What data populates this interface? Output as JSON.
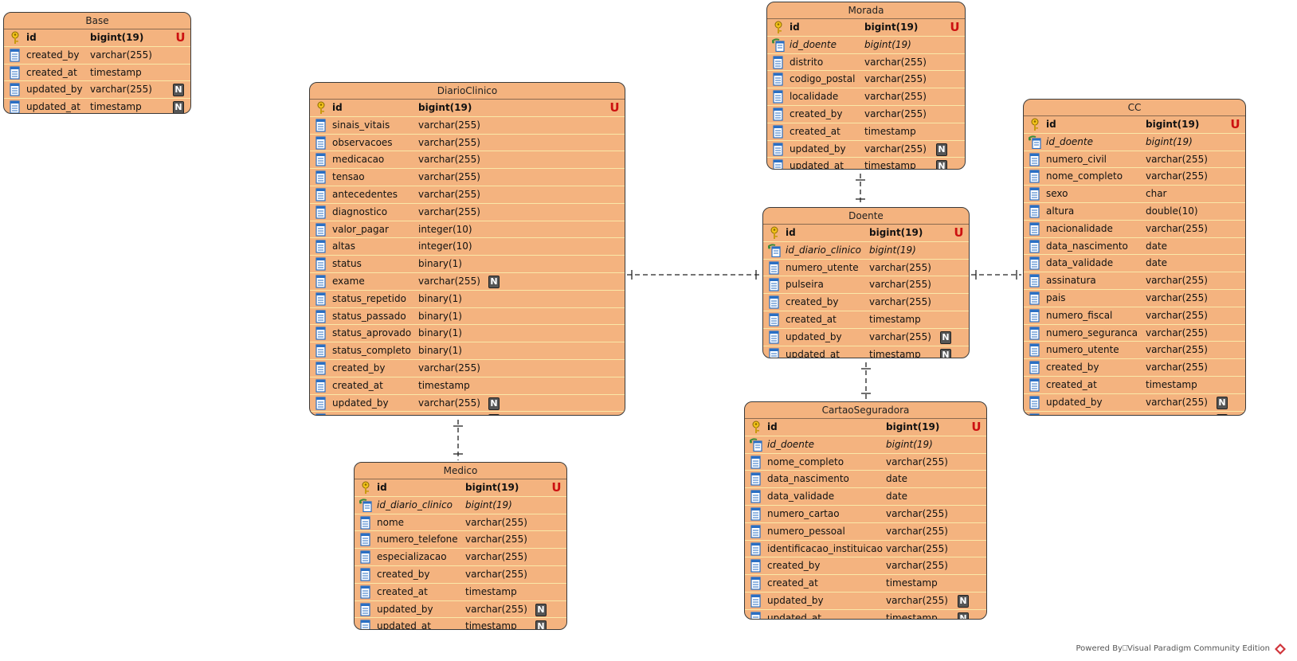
{
  "entities": [
    {
      "name": "Base",
      "columns": [
        {
          "name": "id",
          "type": "bigint(19)",
          "kind": "pk",
          "badge": "U"
        },
        {
          "name": "created_by",
          "type": "varchar(255)",
          "kind": "col",
          "badge": ""
        },
        {
          "name": "created_at",
          "type": "timestamp",
          "kind": "col",
          "badge": ""
        },
        {
          "name": "updated_by",
          "type": "varchar(255)",
          "kind": "col",
          "badge": "N"
        },
        {
          "name": "updated_at",
          "type": "timestamp",
          "kind": "col",
          "badge": "N"
        }
      ]
    },
    {
      "name": "DiarioClinico",
      "columns": [
        {
          "name": "id",
          "type": "bigint(19)",
          "kind": "pk",
          "badge": "U"
        },
        {
          "name": "sinais_vitais",
          "type": "varchar(255)",
          "kind": "col",
          "badge": ""
        },
        {
          "name": "observacoes",
          "type": "varchar(255)",
          "kind": "col",
          "badge": ""
        },
        {
          "name": "medicacao",
          "type": "varchar(255)",
          "kind": "col",
          "badge": ""
        },
        {
          "name": "tensao",
          "type": "varchar(255)",
          "kind": "col",
          "badge": ""
        },
        {
          "name": "antecedentes",
          "type": "varchar(255)",
          "kind": "col",
          "badge": ""
        },
        {
          "name": "diagnostico",
          "type": "varchar(255)",
          "kind": "col",
          "badge": ""
        },
        {
          "name": "valor_pagar",
          "type": "integer(10)",
          "kind": "col",
          "badge": ""
        },
        {
          "name": "altas",
          "type": "integer(10)",
          "kind": "col",
          "badge": ""
        },
        {
          "name": "status",
          "type": "binary(1)",
          "kind": "col",
          "badge": ""
        },
        {
          "name": "exame",
          "type": "varchar(255)",
          "kind": "col",
          "badge": "N"
        },
        {
          "name": "status_repetido",
          "type": "binary(1)",
          "kind": "col",
          "badge": ""
        },
        {
          "name": "status_passado",
          "type": "binary(1)",
          "kind": "col",
          "badge": ""
        },
        {
          "name": "status_aprovado",
          "type": "binary(1)",
          "kind": "col",
          "badge": ""
        },
        {
          "name": "status_completo",
          "type": "binary(1)",
          "kind": "col",
          "badge": ""
        },
        {
          "name": "created_by",
          "type": "varchar(255)",
          "kind": "col",
          "badge": ""
        },
        {
          "name": "created_at",
          "type": "timestamp",
          "kind": "col",
          "badge": ""
        },
        {
          "name": "updated_by",
          "type": "varchar(255)",
          "kind": "col",
          "badge": "N"
        },
        {
          "name": "updated_at",
          "type": "timestamp",
          "kind": "col",
          "badge": "N"
        }
      ]
    },
    {
      "name": "Medico",
      "columns": [
        {
          "name": "id",
          "type": "bigint(19)",
          "kind": "pk",
          "badge": "U"
        },
        {
          "name": "id_diario_clinico",
          "type": "bigint(19)",
          "kind": "fk",
          "badge": ""
        },
        {
          "name": "nome",
          "type": "varchar(255)",
          "kind": "col",
          "badge": ""
        },
        {
          "name": "numero_telefone",
          "type": "varchar(255)",
          "kind": "col",
          "badge": ""
        },
        {
          "name": "especializacao",
          "type": "varchar(255)",
          "kind": "col",
          "badge": ""
        },
        {
          "name": "created_by",
          "type": "varchar(255)",
          "kind": "col",
          "badge": ""
        },
        {
          "name": "created_at",
          "type": "timestamp",
          "kind": "col",
          "badge": ""
        },
        {
          "name": "updated_by",
          "type": "varchar(255)",
          "kind": "col",
          "badge": "N"
        },
        {
          "name": "updated_at",
          "type": "timestamp",
          "kind": "col",
          "badge": "N"
        }
      ]
    },
    {
      "name": "Morada",
      "columns": [
        {
          "name": "id",
          "type": "bigint(19)",
          "kind": "pk",
          "badge": "U"
        },
        {
          "name": "id_doente",
          "type": "bigint(19)",
          "kind": "fk",
          "badge": ""
        },
        {
          "name": "distrito",
          "type": "varchar(255)",
          "kind": "col",
          "badge": ""
        },
        {
          "name": "codigo_postal",
          "type": "varchar(255)",
          "kind": "col",
          "badge": ""
        },
        {
          "name": "localidade",
          "type": "varchar(255)",
          "kind": "col",
          "badge": ""
        },
        {
          "name": "created_by",
          "type": "varchar(255)",
          "kind": "col",
          "badge": ""
        },
        {
          "name": "created_at",
          "type": "timestamp",
          "kind": "col",
          "badge": ""
        },
        {
          "name": "updated_by",
          "type": "varchar(255)",
          "kind": "col",
          "badge": "N"
        },
        {
          "name": "updated_at",
          "type": "timestamp",
          "kind": "col",
          "badge": "N"
        }
      ]
    },
    {
      "name": "Doente",
      "columns": [
        {
          "name": "id",
          "type": "bigint(19)",
          "kind": "pk",
          "badge": "U"
        },
        {
          "name": "id_diario_clinico",
          "type": "bigint(19)",
          "kind": "fk",
          "badge": ""
        },
        {
          "name": "numero_utente",
          "type": "varchar(255)",
          "kind": "col",
          "badge": ""
        },
        {
          "name": "pulseira",
          "type": "varchar(255)",
          "kind": "col",
          "badge": ""
        },
        {
          "name": "created_by",
          "type": "varchar(255)",
          "kind": "col",
          "badge": ""
        },
        {
          "name": "created_at",
          "type": "timestamp",
          "kind": "col",
          "badge": ""
        },
        {
          "name": "updated_by",
          "type": "varchar(255)",
          "kind": "col",
          "badge": "N"
        },
        {
          "name": "updated_at",
          "type": "timestamp",
          "kind": "col",
          "badge": "N"
        }
      ]
    },
    {
      "name": "CartaoSeguradora",
      "columns": [
        {
          "name": "id",
          "type": "bigint(19)",
          "kind": "pk",
          "badge": "U"
        },
        {
          "name": "id_doente",
          "type": "bigint(19)",
          "kind": "fk",
          "badge": ""
        },
        {
          "name": "nome_completo",
          "type": "varchar(255)",
          "kind": "col",
          "badge": ""
        },
        {
          "name": "data_nascimento",
          "type": "date",
          "kind": "col",
          "badge": ""
        },
        {
          "name": "data_validade",
          "type": "date",
          "kind": "col",
          "badge": ""
        },
        {
          "name": "numero_cartao",
          "type": "varchar(255)",
          "kind": "col",
          "badge": ""
        },
        {
          "name": "numero_pessoal",
          "type": "varchar(255)",
          "kind": "col",
          "badge": ""
        },
        {
          "name": "identificacao_instituicao",
          "type": "varchar(255)",
          "kind": "col",
          "badge": ""
        },
        {
          "name": "created_by",
          "type": "varchar(255)",
          "kind": "col",
          "badge": ""
        },
        {
          "name": "created_at",
          "type": "timestamp",
          "kind": "col",
          "badge": ""
        },
        {
          "name": "updated_by",
          "type": "varchar(255)",
          "kind": "col",
          "badge": "N"
        },
        {
          "name": "updated_at",
          "type": "timestamp",
          "kind": "col",
          "badge": "N"
        }
      ]
    },
    {
      "name": "CC",
      "columns": [
        {
          "name": "id",
          "type": "bigint(19)",
          "kind": "pk",
          "badge": "U"
        },
        {
          "name": "id_doente",
          "type": "bigint(19)",
          "kind": "fk",
          "badge": ""
        },
        {
          "name": "numero_civil",
          "type": "varchar(255)",
          "kind": "col",
          "badge": ""
        },
        {
          "name": "nome_completo",
          "type": "varchar(255)",
          "kind": "col",
          "badge": ""
        },
        {
          "name": "sexo",
          "type": "char",
          "kind": "col",
          "badge": ""
        },
        {
          "name": "altura",
          "type": "double(10)",
          "kind": "col",
          "badge": ""
        },
        {
          "name": "nacionalidade",
          "type": "varchar(255)",
          "kind": "col",
          "badge": ""
        },
        {
          "name": "data_nascimento",
          "type": "date",
          "kind": "col",
          "badge": ""
        },
        {
          "name": "data_validade",
          "type": "date",
          "kind": "col",
          "badge": ""
        },
        {
          "name": "assinatura",
          "type": "varchar(255)",
          "kind": "col",
          "badge": ""
        },
        {
          "name": "pais",
          "type": "varchar(255)",
          "kind": "col",
          "badge": ""
        },
        {
          "name": "numero_fiscal",
          "type": "varchar(255)",
          "kind": "col",
          "badge": ""
        },
        {
          "name": "numero_seguranca",
          "type": "varchar(255)",
          "kind": "col",
          "badge": ""
        },
        {
          "name": "numero_utente",
          "type": "varchar(255)",
          "kind": "col",
          "badge": ""
        },
        {
          "name": "created_by",
          "type": "varchar(255)",
          "kind": "col",
          "badge": ""
        },
        {
          "name": "created_at",
          "type": "timestamp",
          "kind": "col",
          "badge": ""
        },
        {
          "name": "updated_by",
          "type": "varchar(255)",
          "kind": "col",
          "badge": "N"
        },
        {
          "name": "updated_at",
          "type": "timestamp",
          "kind": "col",
          "badge": "N"
        }
      ]
    }
  ],
  "relationships": [
    {
      "from": "DiarioClinico",
      "to": "Medico"
    },
    {
      "from": "DiarioClinico",
      "to": "Doente"
    },
    {
      "from": "Morada",
      "to": "Doente"
    },
    {
      "from": "Doente",
      "to": "CartaoSeguradora"
    },
    {
      "from": "Doente",
      "to": "CC"
    }
  ],
  "footer": {
    "text": "Powered By⎕Visual Paradigm Community Edition"
  },
  "colors": {
    "entity_fill": "#f4b37f",
    "row_separator": "#fae8a8",
    "unique_badge": "#cc1111"
  }
}
